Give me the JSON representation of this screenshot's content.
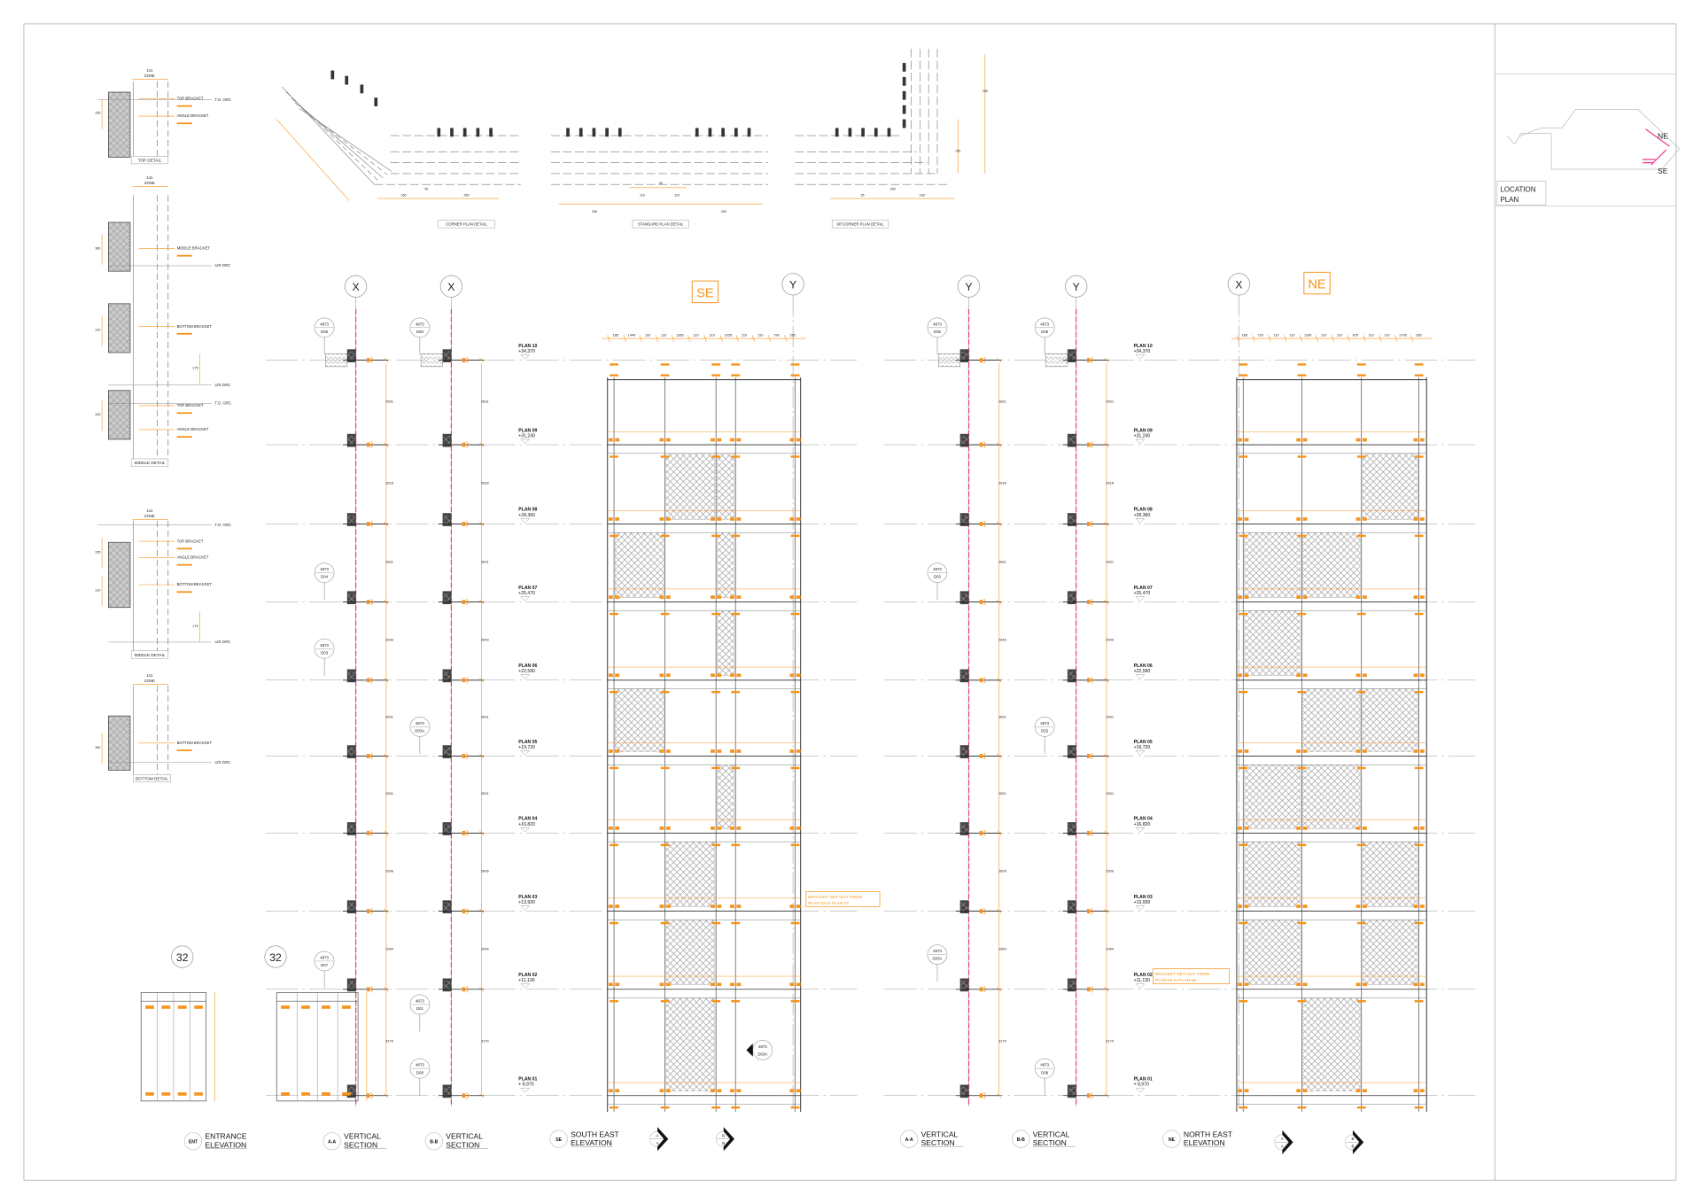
{
  "colors": {
    "accent": "#f7941d",
    "pink": "#ec3b8f",
    "line": "#555555",
    "hatch": "#9a9a9a"
  },
  "location_plan": {
    "line1": "LOCATION",
    "line2": "PLAN",
    "ne": "NE",
    "se": "SE"
  },
  "details": {
    "zone_value": "141",
    "zone_label": "ZONE",
    "captions": [
      "TOP DETAIL",
      "MIDDLE DETAIL",
      "MIDDLE DETAIL",
      "BOTTOM DETAIL"
    ],
    "labels": [
      "T.O. GRC",
      "TOP BRACKET",
      "ANGLE BRACKET",
      "MIDDLE BRACKET",
      "U/S GRC",
      "BOTTOM BRACKET",
      "U/S GRC",
      "T.O. GRC",
      "TOP BRACKET",
      "ANGLE BRACKET",
      "T.O. GRC",
      "TOP BRACKET",
      "ANGLE BRACKET",
      "BOTTOM BRACKET",
      "U/S GRC",
      "BOTTOM BRACKET",
      "U/S GRC"
    ],
    "dims": [
      "135",
      "180",
      "110",
      "175",
      "126",
      "135",
      "110",
      "175",
      "150"
    ]
  },
  "plan_details": {
    "captions": [
      "CORNER PLAN DETAIL",
      "STANDARD PLAN DETAIL",
      "90°CORNER PLAN DETAIL"
    ],
    "dims": [
      "160",
      "35",
      "250",
      "250",
      "110",
      "35",
      "110",
      "250",
      "250",
      "35",
      "160",
      "250",
      "150"
    ]
  },
  "grid_bubbles": [
    "X",
    "X",
    "Y",
    "Y",
    "Y",
    "X",
    "32",
    "32"
  ],
  "elevation_tags": {
    "se": "SE",
    "ne": "NE"
  },
  "levels": [
    {
      "name": "PLAN 10",
      "elev": "+34,370"
    },
    {
      "name": "PLAN 09",
      "elev": "+31,240"
    },
    {
      "name": "PLAN 08",
      "elev": "+28,360"
    },
    {
      "name": "PLAN 07",
      "elev": "+25,470"
    },
    {
      "name": "PLAN 06",
      "elev": "+22,590"
    },
    {
      "name": "PLAN 05",
      "elev": "+19,720"
    },
    {
      "name": "PLAN 04",
      "elev": "+16,820"
    },
    {
      "name": "PLAN 03",
      "elev": "+13,930"
    },
    {
      "name": "PLAN 02",
      "elev": "+11,130"
    },
    {
      "name": "PLAN 01",
      "elev": "+ 8,970"
    }
  ],
  "section_dims": [
    "2831",
    "2618",
    "2831",
    "2649",
    "2831",
    "2831",
    "2606",
    "2964",
    "3170"
  ],
  "callouts": [
    {
      "ref": "4873",
      "det": "D05"
    },
    {
      "ref": "4873",
      "det": "D04"
    },
    {
      "ref": "4873",
      "det": "D03"
    },
    {
      "ref": "4873",
      "det": "D07"
    },
    {
      "ref": "4873",
      "det": "D06"
    },
    {
      "ref": "4873",
      "det": "D03A"
    },
    {
      "ref": "4873",
      "det": "D01"
    },
    {
      "ref": "4873",
      "det": "D08"
    },
    {
      "ref": "4873",
      "det": "D05"
    },
    {
      "ref": "4873",
      "det": "D03"
    },
    {
      "ref": "4873",
      "det": "D03A"
    },
    {
      "ref": "4873",
      "det": "D06"
    },
    {
      "ref": "4873",
      "det": "D02"
    },
    {
      "ref": "4873",
      "det": "D08"
    },
    {
      "ref": "4873",
      "det": "D03A"
    }
  ],
  "se_top_dims": [
    "185",
    "1440",
    "110",
    "110",
    "1185",
    "110",
    "110",
    "1035",
    "110",
    "110",
    "790",
    "185"
  ],
  "ne_top_dims": [
    "185",
    "720",
    "110",
    "110",
    "1190",
    "110",
    "110",
    "675",
    "110",
    "110",
    "1795",
    "185"
  ],
  "notes": [
    {
      "line1": "BRACKET SET OUT FROM",
      "line2": "PLAN 03 to PLAN 07"
    },
    {
      "line1": "BRACKET SET OUT FROM",
      "line2": "PLAN 02 to PLAN 08"
    }
  ],
  "titles": [
    {
      "tag": "ENT",
      "line1": "ENTRANCE",
      "line2": "ELEVATION"
    },
    {
      "tag": "A-A",
      "line1": "VERTICAL",
      "line2": "SECTION"
    },
    {
      "tag": "B-B",
      "line1": "VERTICAL",
      "line2": "SECTION"
    },
    {
      "tag": "SE",
      "line1": "SOUTH EAST",
      "line2": "ELEVATION"
    },
    {
      "tag": "A-A",
      "line1": "VERTICAL",
      "line2": "SECTION"
    },
    {
      "tag": "B-B",
      "line1": "VERTICAL",
      "line2": "SECTION"
    },
    {
      "tag": "NE",
      "line1": "NORTH EAST",
      "line2": "ELEVATION"
    }
  ],
  "section_markers": [
    {
      "top": "A",
      "bottom": "A"
    },
    {
      "top": "B",
      "bottom": "B"
    },
    {
      "top": "A",
      "bottom": "A"
    },
    {
      "top": "B",
      "bottom": "B"
    }
  ]
}
